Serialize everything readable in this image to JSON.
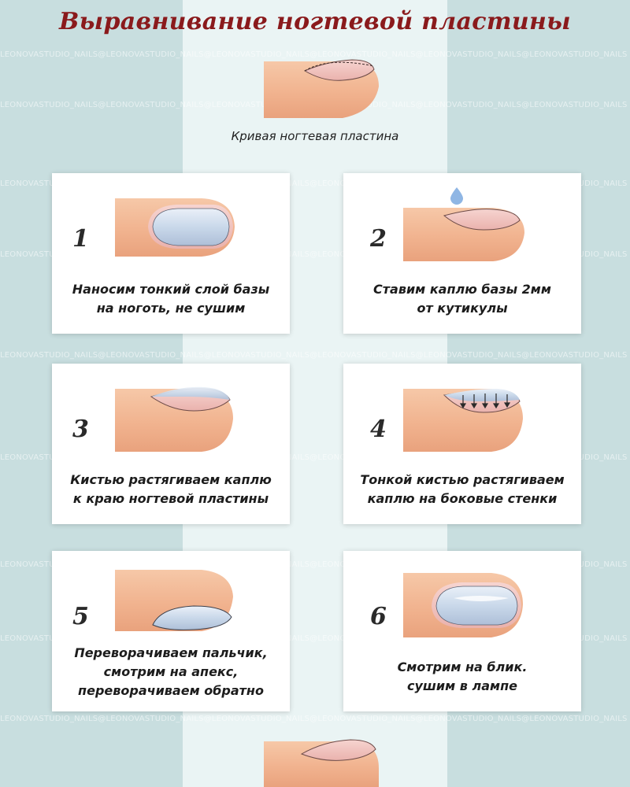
{
  "title": "Выравнивание ногтевой пластины",
  "top_caption": "Кривая ногтевая пластина",
  "watermark": "LEONOVASTUDIO_NAILS@LEONOVASTUDIO_NAILS@LEONOVASTUDIO_NAILS@LEONOVASTUDIO_NAILS@LEONOVASTUDIO_NAILS@LEONOVASTUDIO_NAILS",
  "steps": [
    {
      "num": "1",
      "lines": [
        "Наносим тонкий слой базы",
        "на ноготь, не сушим"
      ]
    },
    {
      "num": "2",
      "lines": [
        "Ставим каплю базы 2мм",
        "от кутикулы"
      ]
    },
    {
      "num": "3",
      "lines": [
        "Кистью растягиваем каплю",
        "к краю ногтевой пластины"
      ]
    },
    {
      "num": "4",
      "lines": [
        "Тонкой кистью растягиваем",
        "каплю на боковые стенки"
      ]
    },
    {
      "num": "5",
      "lines": [
        "Переворачиваем пальчик,",
        "смотрим на апекс,",
        "переворачиваем обратно"
      ]
    },
    {
      "num": "6",
      "lines": [
        "Смотрим на блик.",
        "сушим в лампе"
      ]
    }
  ],
  "colors": {
    "background": "#c8dedf",
    "title": "#8a1a1c",
    "skin": "#f2b692",
    "nail": "#f2c4c0",
    "base": "#c7d6e8"
  }
}
